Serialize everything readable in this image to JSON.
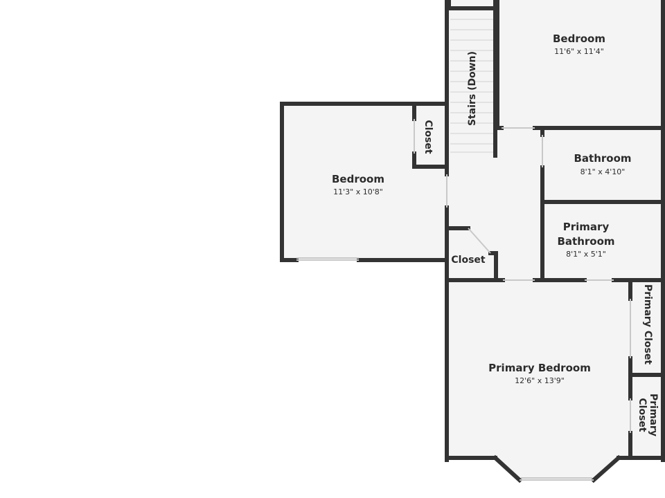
{
  "rooms": {
    "bedroom_top": {
      "name": "Bedroom",
      "dims": "11'6\" x 11'4\""
    },
    "bedroom_left": {
      "name": "Bedroom",
      "dims": "11'3\" x 10'8\""
    },
    "bathroom": {
      "name": "Bathroom",
      "dims": "8'1\" x 4'10\""
    },
    "primary_bathroom": {
      "name_line1": "Primary",
      "name_line2": "Bathroom",
      "dims": "8'1\" x 5'1\""
    },
    "primary_bedroom": {
      "name": "Primary Bedroom",
      "dims": "12'6\" x 13'9\""
    },
    "stairs": {
      "name": "Stairs (Down)"
    },
    "closet_bedroom": {
      "name": "Closet"
    },
    "closet_hall": {
      "name": "Closet"
    },
    "primary_closet_upper": {
      "name": "Primary Closet"
    },
    "primary_closet_lower": {
      "name_line1": "Primary",
      "name_line2": "Closet"
    }
  },
  "colors": {
    "wall": "#333333",
    "floor": "#f4f4f4",
    "door": "#c8c8c8"
  }
}
